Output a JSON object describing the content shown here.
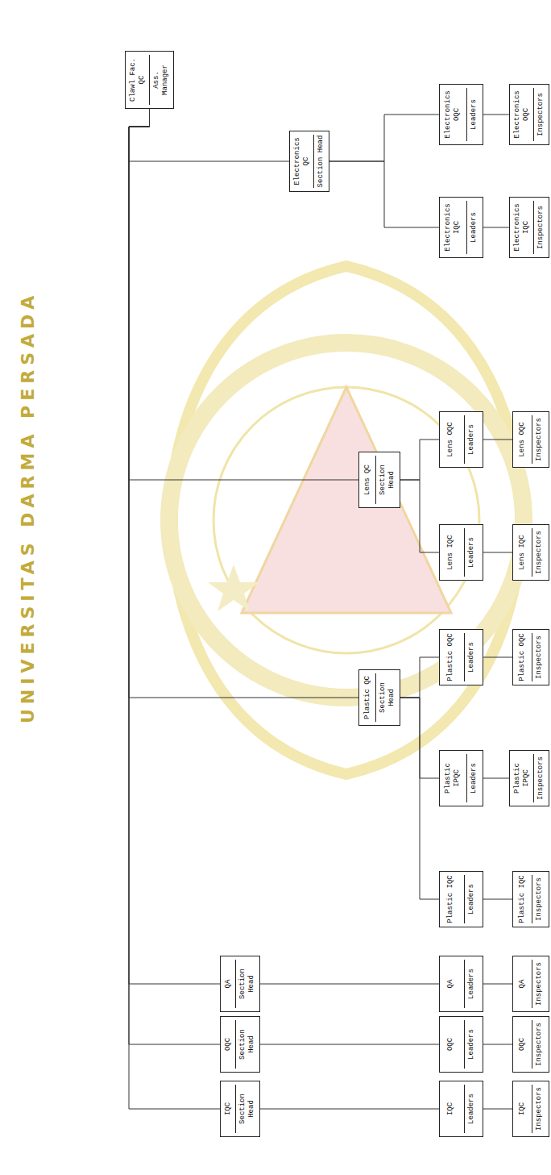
{
  "diagram": {
    "nodes": [
      {
        "text": [
          "Clawl Fac. QC",
          "Ass. Manager"
        ]
      },
      {
        "text": [
          "IQC",
          "Section Head"
        ]
      },
      {
        "text": [
          "OQC",
          "Section Head"
        ]
      },
      {
        "text": [
          "QA",
          "Section Head"
        ]
      },
      {
        "text": [
          "Plastic QC",
          "Section Head"
        ]
      },
      {
        "text": [
          "Lens QC",
          "Section Head"
        ]
      },
      {
        "text": [
          "Electronics QC",
          "Section Head"
        ]
      },
      {
        "text": [
          "IQC",
          "Leaders"
        ]
      },
      {
        "text": [
          "OQC",
          "Leaders"
        ]
      },
      {
        "text": [
          "QA",
          "Leaders"
        ]
      },
      {
        "text": [
          "Plastic IQC",
          "Leaders"
        ]
      },
      {
        "text": [
          "Plastic IPQC",
          "Leaders"
        ]
      },
      {
        "text": [
          "Plastic OQC",
          "Leaders"
        ]
      },
      {
        "text": [
          "Lens IQC",
          "Leaders"
        ]
      },
      {
        "text": [
          "Lens OQC",
          "Leaders"
        ]
      },
      {
        "text": [
          "Electronics IQC",
          "Leaders"
        ]
      },
      {
        "text": [
          "Electronics OQC",
          "Leaders"
        ]
      },
      {
        "text": [
          "IQC",
          "Inspectors"
        ]
      },
      {
        "text": [
          "OQC",
          "Inspectors"
        ]
      },
      {
        "text": [
          "QA",
          "Inspectors"
        ]
      },
      {
        "text": [
          "Plastic IQC",
          "Inspectors"
        ]
      },
      {
        "text": [
          "Plastic IPQC",
          "Inspectors"
        ]
      },
      {
        "text": [
          "Plastic OQC",
          "Inspectors"
        ]
      },
      {
        "text": [
          "Lens IQC",
          "Inspectors"
        ]
      },
      {
        "text": [
          "Lens OQC",
          "Inspectors"
        ]
      },
      {
        "text": [
          "Electronics IQC",
          "Inspectors"
        ]
      },
      {
        "text": [
          "Electronics OQC",
          "Inspectors"
        ]
      }
    ],
    "edges": [
      {
        "from": 0,
        "to": 1,
        "arrow": "none"
      },
      {
        "from": 0,
        "to": 2,
        "arrow": "none"
      },
      {
        "from": 0,
        "to": 3,
        "arrow": "none"
      },
      {
        "from": 0,
        "to": 4,
        "arrow": "none"
      },
      {
        "from": 0,
        "to": 5,
        "arrow": "none"
      },
      {
        "from": 0,
        "to": 6,
        "arrow": "none"
      },
      {
        "from": 1,
        "to": 7,
        "arrow": "none"
      },
      {
        "from": 2,
        "to": 8,
        "arrow": "none"
      },
      {
        "from": 3,
        "to": 9,
        "arrow": "none"
      },
      {
        "from": 4,
        "to": 10,
        "arrow": "none"
      },
      {
        "from": 4,
        "to": 11,
        "arrow": "none"
      },
      {
        "from": 4,
        "to": 12,
        "arrow": "none"
      },
      {
        "from": 5,
        "to": 13,
        "arrow": "none"
      },
      {
        "from": 5,
        "to": 14,
        "arrow": "none"
      },
      {
        "from": 6,
        "to": 15,
        "arrow": "none"
      },
      {
        "from": 6,
        "to": 16,
        "arrow": "none"
      },
      {
        "from": 7,
        "to": 17,
        "arrow": "none"
      },
      {
        "from": 8,
        "to": 18,
        "arrow": "none"
      },
      {
        "from": 9,
        "to": 19,
        "arrow": "none"
      },
      {
        "from": 10,
        "to": 20,
        "arrow": "none"
      },
      {
        "from": 11,
        "to": 21,
        "arrow": "none"
      },
      {
        "from": 12,
        "to": 22,
        "arrow": "none"
      },
      {
        "from": 13,
        "to": 23,
        "arrow": "none"
      },
      {
        "from": 14,
        "to": 24,
        "arrow": "none"
      },
      {
        "from": 15,
        "to": 25,
        "arrow": "none"
      },
      {
        "from": 16,
        "to": 26,
        "arrow": "none"
      }
    ],
    "labels": [
      "UNIVERSITAS DARMA PERSADA"
    ]
  }
}
